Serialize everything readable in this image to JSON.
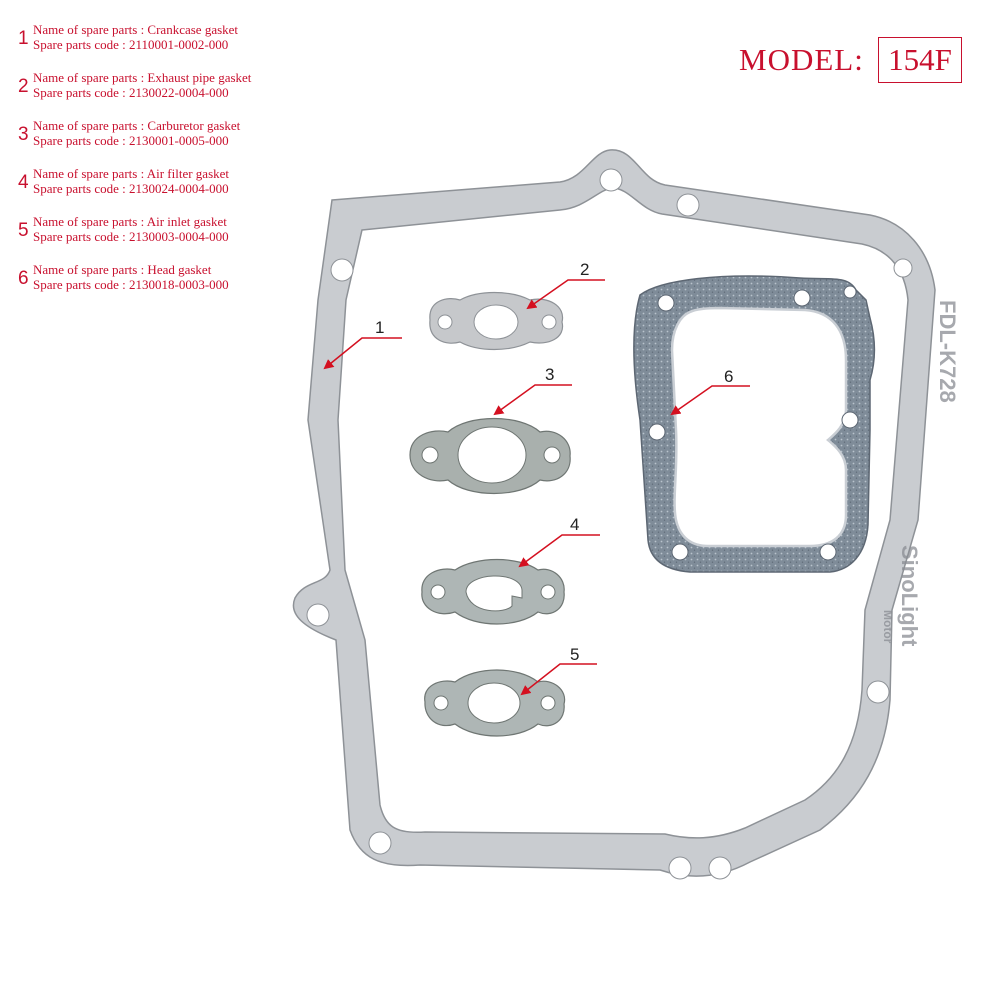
{
  "model": {
    "label": "MODEL:",
    "value": "154F"
  },
  "parts": [
    {
      "number": "1",
      "name": "Name of spare  parts : Crankcase gasket",
      "code": "Spare  parts  code : 2110001-0002-000"
    },
    {
      "number": "2",
      "name": "Name of spare  parts : Exhaust pipe  gasket",
      "code": "Spare  parts  code : 2130022-0004-000"
    },
    {
      "number": "3",
      "name": "Name of spare  parts : Carburetor gasket",
      "code": "Spare  parts  code : 2130001-0005-000"
    },
    {
      "number": "4",
      "name": "Name of spare  parts : Air filter  gasket",
      "code": "Spare  parts  code : 2130024-0004-000"
    },
    {
      "number": "5",
      "name": "Name of spare  parts : Air inlet  gasket",
      "code": "Spare  parts  code : 2130003-0004-000"
    },
    {
      "number": "6",
      "name": "Name of spare  parts :  Head gasket",
      "code": "Spare  parts  code : 2130018-0003-000"
    }
  ],
  "callouts": [
    "1",
    "2",
    "3",
    "4",
    "5",
    "6"
  ],
  "gasket_markings": {
    "brand_a": "FDL-K728",
    "brand_b": "SinoLight",
    "brand_c": "Motor"
  },
  "colors": {
    "accent": "#c8102e",
    "gasket": "#c9ccd0",
    "gasket_edge": "#8e9297",
    "head_gasket": "#7f8c99"
  }
}
